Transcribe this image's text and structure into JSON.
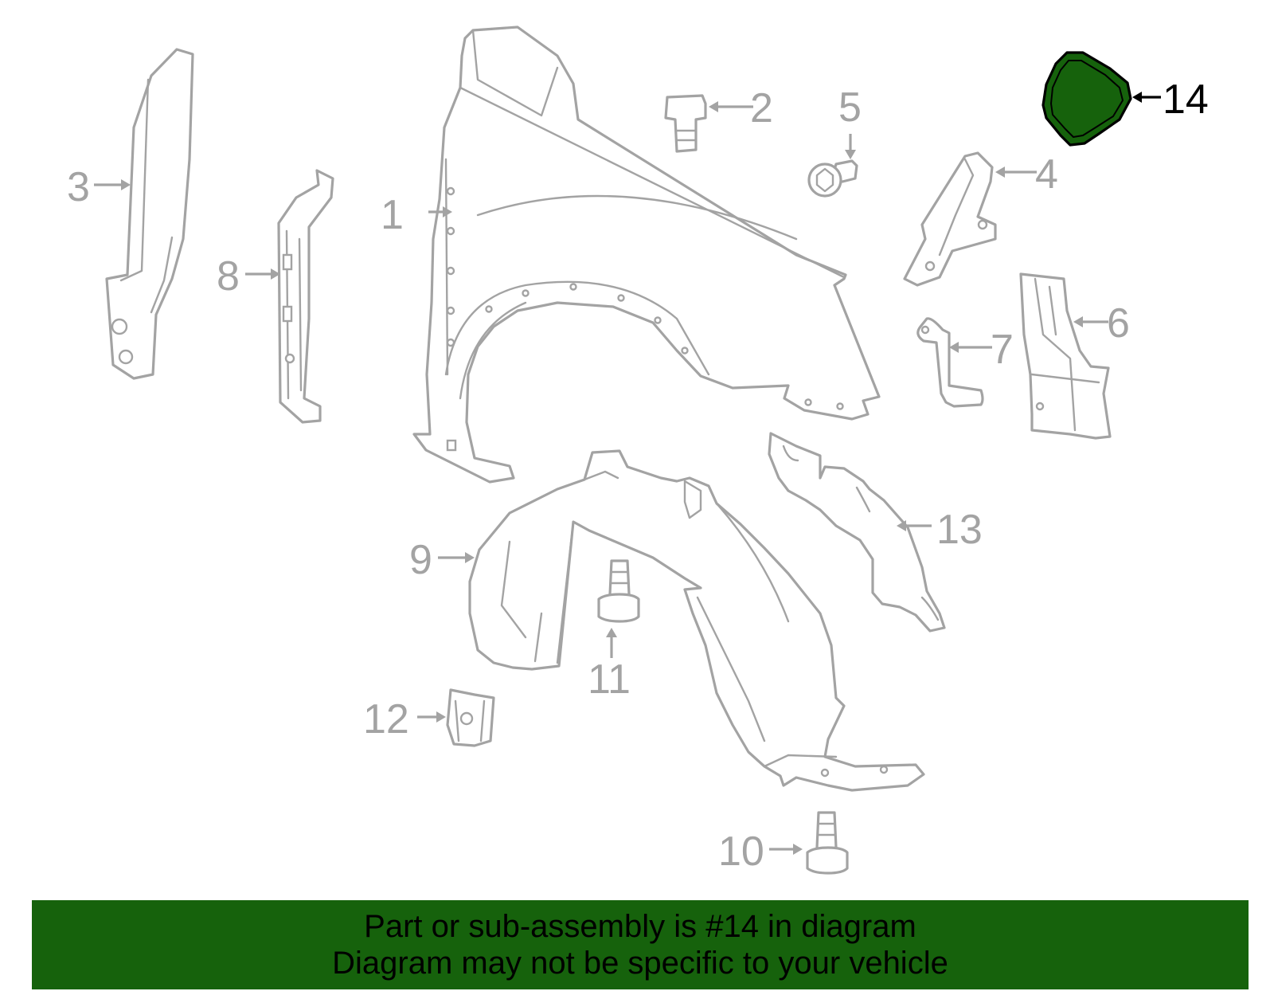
{
  "highlight_color": "#16620c",
  "line_color": "#a3a3a3",
  "callouts": {
    "c1": "1",
    "c2": "2",
    "c3": "3",
    "c4": "4",
    "c5": "5",
    "c6": "6",
    "c7": "7",
    "c8": "8",
    "c9": "9",
    "c10": "10",
    "c11": "11",
    "c12": "12",
    "c13": "13",
    "c14": "14"
  },
  "banner": {
    "line1": "Part or sub-assembly is #14 in diagram",
    "line2": "Diagram may not be specific to your vehicle"
  }
}
